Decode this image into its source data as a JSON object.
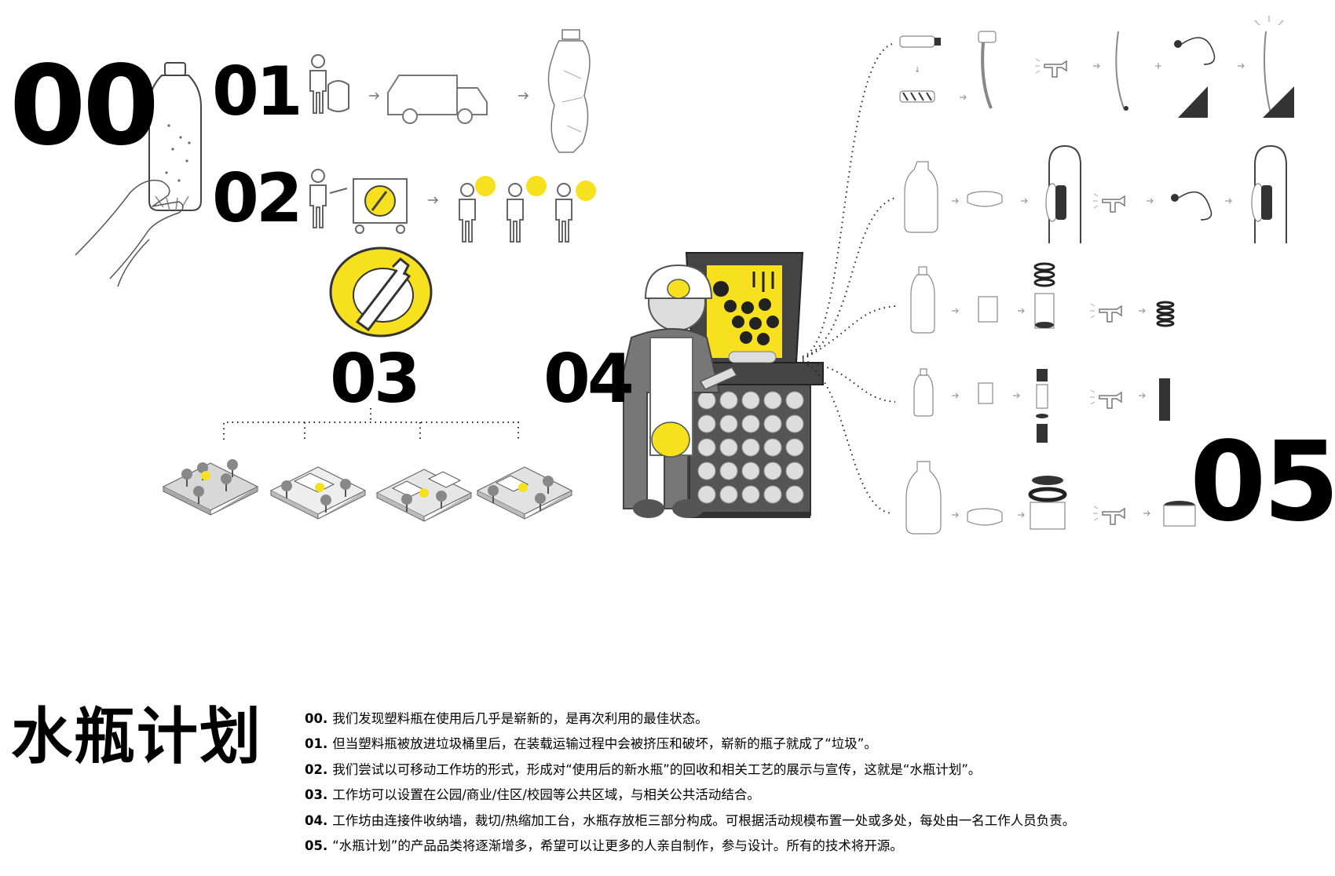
{
  "steps": {
    "s00": "00",
    "s01": "01",
    "s02": "02",
    "s03": "03",
    "s04": "04",
    "s05": "05"
  },
  "title": "水瓶计划",
  "notes": [
    {
      "num": "00.",
      "text": "我们发现塑料瓶在使用后几乎是崭新的，是再次利用的最佳状态。"
    },
    {
      "num": "01.",
      "text": "但当塑料瓶被放进垃圾桶里后，在装载运输过程中会被挤压和破坏，崭新的瓶子就成了“垃圾”。"
    },
    {
      "num": "02.",
      "text": "我们尝试以可移动工作坊的形式，形成对“使用后的新水瓶”的回收和相关工艺的展示与宣传，这就是“水瓶计划”。"
    },
    {
      "num": "03.",
      "text": "工作坊可以设置在公园/商业/住区/校园等公共区域，与相关公共活动结合。"
    },
    {
      "num": "04.",
      "text": "工作坊由连接件收纳墙，裁切/热缩加工台，水瓶存放柜三部分构成。可根据活动规模布置一处或多处，每处由一名工作人员负责。"
    },
    {
      "num": "05.",
      "text": "“水瓶计划”的产品品类将逐渐增多，希望可以让更多的人亲自制作，参与设计。所有的技术将开源。"
    }
  ],
  "colors": {
    "accent": "#f7e01e",
    "ink": "#000000",
    "line": "#555555",
    "gray": "#9a9a9a"
  }
}
